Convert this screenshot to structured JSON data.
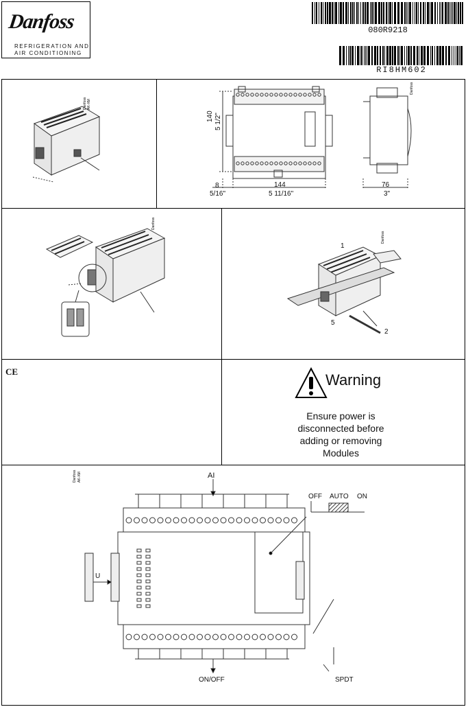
{
  "header": {
    "brand": "Danfoss",
    "division_line1": "REFRIGERATION AND",
    "division_line2": "AIR CONDITIONING",
    "part_number": "080R9218",
    "doc_code": "RI8HM602"
  },
  "dimensions": {
    "height_mm": "140",
    "height_in": "5 1/2\"",
    "offset_mm": "8",
    "offset_in": "5/16\"",
    "width_mm": "144",
    "width_in": "5 11/16\"",
    "depth_mm": "76",
    "depth_in": "3\""
  },
  "device_label": "Danfoss\nAK-XM 2xx",
  "callouts": {
    "num1": "1",
    "num2": "2",
    "num5": "5"
  },
  "warning": {
    "ce_mark": "CE",
    "title": "Warning",
    "line1": "Ensure power is",
    "line2": "disconnected before",
    "line3": "adding or removing",
    "line4": "Modules"
  },
  "wiring": {
    "ai_label": "AI",
    "off_label": "OFF",
    "auto_label": "AUTO",
    "on_label": "ON",
    "u_label": "U",
    "onoff_label": "ON/OFF",
    "spdt_label": "SPDT"
  },
  "icons": {
    "warning": "warning-triangle-icon",
    "ce": "ce-mark-icon"
  }
}
